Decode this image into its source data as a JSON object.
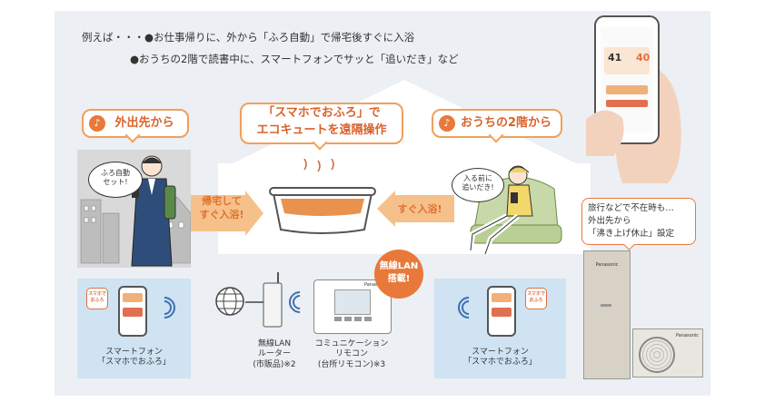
{
  "intro": {
    "line1": "例えば・・・●お仕事帰りに、外から「ふろ自動」で帰宅後すぐに入浴",
    "line2": "●おうちの2階で読書中に、スマートフォンでサッと「追いだき」など"
  },
  "center_title": {
    "line1": "「スマホでおふろ」で",
    "line2": "エコキュートを遠隔操作"
  },
  "left_header": {
    "label": "外出先から",
    "icon": "music-note-icon"
  },
  "right_header": {
    "label": "おうちの2階から",
    "icon": "music-note-icon"
  },
  "left_speech": {
    "line1": "ふろ自動",
    "line2": "セット!"
  },
  "right_speech": {
    "line1": "入る前に",
    "line2": "追いだき!"
  },
  "left_arrow": {
    "line1": "帰宅して",
    "line2": "すぐ入浴!"
  },
  "right_arrow": {
    "label": "すぐ入浴!"
  },
  "wlan_badge": {
    "line1": "無線LAN",
    "line2": "搭載!"
  },
  "travel_bubble": {
    "line1": "旅行などで不在時も…",
    "line2": "外出先から",
    "line3": "「沸き上げ休止」設定"
  },
  "left_phone": {
    "name": "スマートフォン",
    "app": "「スマホでおふろ」"
  },
  "router": {
    "name": "無線LAN",
    "name2": "ルーター",
    "note": "(市販品)※2"
  },
  "remote": {
    "name": "コミュニケーション",
    "name2": "リモコン",
    "note": "(台所リモコン)※3"
  },
  "right_phone": {
    "name": "スマートフォン",
    "app": "「スマホでおふろ」"
  },
  "app_logo": {
    "line1": "スマホで",
    "line2": "おふろ"
  },
  "phone_screen": {
    "temp1": "41",
    "temp2": "40"
  },
  "brand": "Panasonic",
  "colors": {
    "orange": "#e8793a",
    "orange_light": "#f6c08a",
    "blue_panel": "#cfe3f2",
    "background": "#eceff3"
  }
}
